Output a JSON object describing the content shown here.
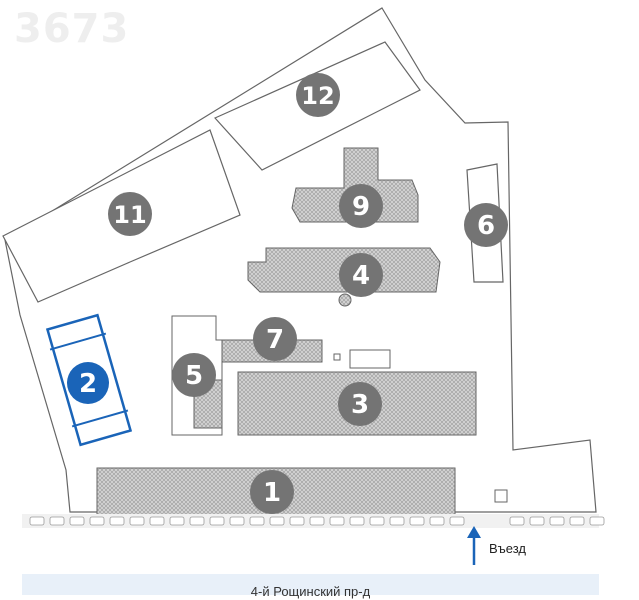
{
  "watermark": "3673",
  "colors": {
    "marker_fill": "#747474",
    "highlight": "#1a64b8",
    "outline": "#666666",
    "street_bar": "#e8f0f9"
  },
  "buildings": [
    {
      "id": "plot-1",
      "label": "1",
      "highlighted": false
    },
    {
      "id": "plot-2",
      "label": "2",
      "highlighted": true
    },
    {
      "id": "plot-3",
      "label": "3",
      "highlighted": false
    },
    {
      "id": "plot-4",
      "label": "4",
      "highlighted": false
    },
    {
      "id": "plot-5",
      "label": "5",
      "highlighted": false
    },
    {
      "id": "plot-6",
      "label": "6",
      "highlighted": false
    },
    {
      "id": "plot-7",
      "label": "7",
      "highlighted": false
    },
    {
      "id": "plot-9",
      "label": "9",
      "highlighted": false
    },
    {
      "id": "plot-11",
      "label": "11",
      "highlighted": false
    },
    {
      "id": "plot-12",
      "label": "12",
      "highlighted": false
    }
  ],
  "entry": {
    "label": "Въезд",
    "icon": "arrow-up-icon"
  },
  "street": {
    "label": "4-й Рощинский пр-д"
  }
}
